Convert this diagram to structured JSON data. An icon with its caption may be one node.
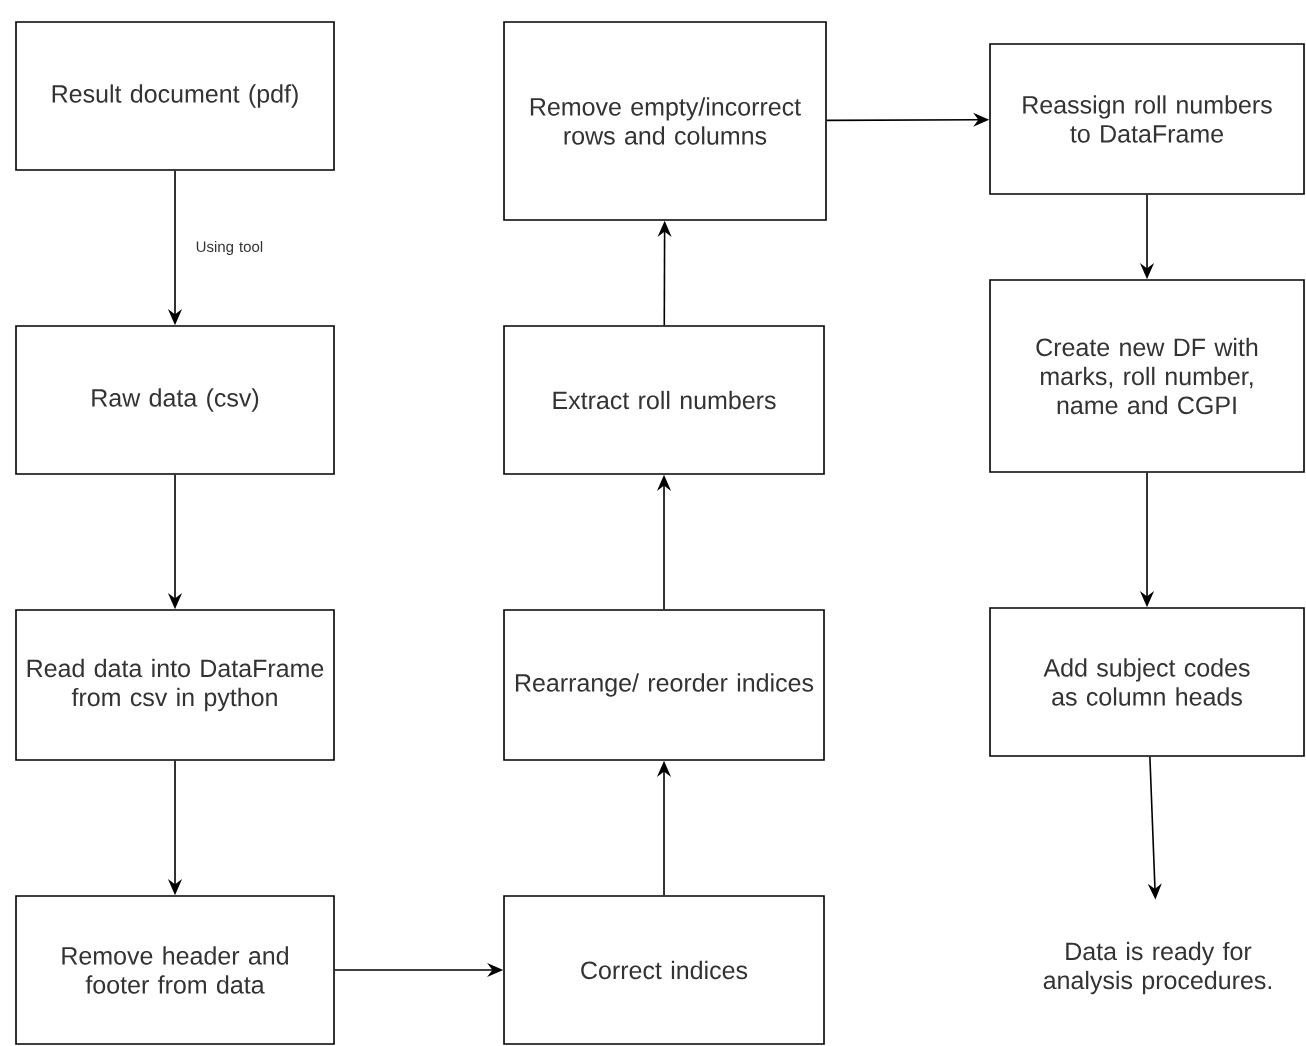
{
  "diagram": {
    "nodes": [
      {
        "text": [
          "Result document (pdf)"
        ]
      },
      {
        "text": [
          "Raw data (csv)"
        ]
      },
      {
        "text": [
          "Read data into DataFrame from csv in python"
        ]
      },
      {
        "text": [
          "Remove header and footer from data"
        ]
      },
      {
        "text": [
          "Correct indices"
        ]
      },
      {
        "text": [
          "Rearrange/ reorder indices"
        ]
      },
      {
        "text": [
          "Extract roll numbers"
        ]
      },
      {
        "text": [
          "Remove empty/incorrect rows and columns"
        ]
      },
      {
        "text": [
          "Reassign roll numbers to DataFrame"
        ]
      },
      {
        "text": [
          "Create new DF with marks, roll number, name and CGPI"
        ]
      },
      {
        "text": [
          "Add subject codes as column heads"
        ]
      },
      {
        "text": [
          "Data is ready for analysis procedures."
        ]
      }
    ],
    "edges": [
      {
        "from": 0,
        "to": 1,
        "arrow": "to",
        "label": "Using tool"
      },
      {
        "from": 1,
        "to": 2,
        "arrow": "to"
      },
      {
        "from": 2,
        "to": 3,
        "arrow": "to"
      },
      {
        "from": 3,
        "to": 4,
        "arrow": "to"
      },
      {
        "from": 4,
        "to": 5,
        "arrow": "to"
      },
      {
        "from": 5,
        "to": 6,
        "arrow": "to"
      },
      {
        "from": 6,
        "to": 7,
        "arrow": "to"
      },
      {
        "from": 7,
        "to": 8,
        "arrow": "to"
      },
      {
        "from": 8,
        "to": 9,
        "arrow": "to"
      },
      {
        "from": 9,
        "to": 10,
        "arrow": "to"
      },
      {
        "from": 10,
        "to": 11,
        "arrow": "to"
      }
    ]
  }
}
